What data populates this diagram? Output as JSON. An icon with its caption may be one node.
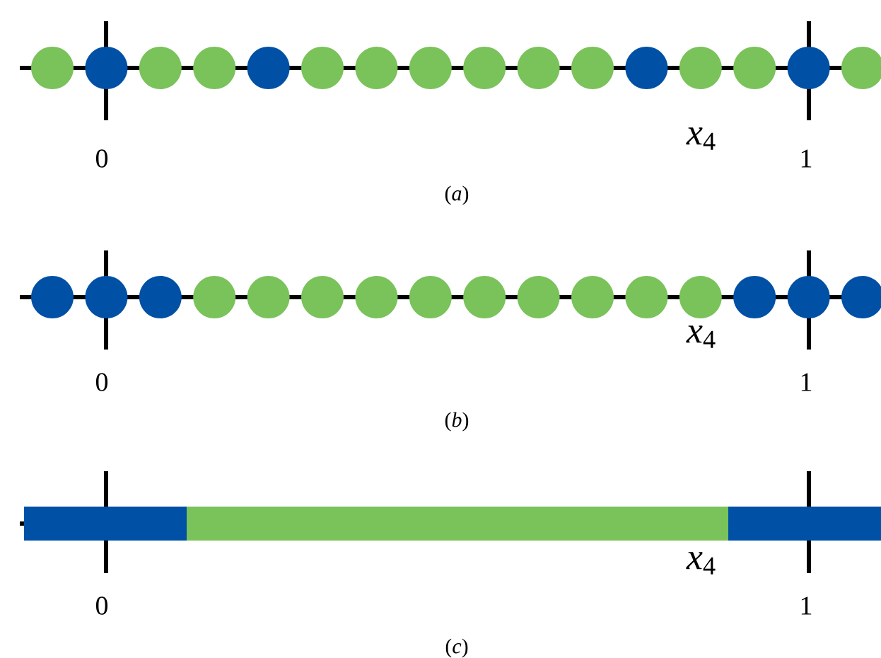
{
  "diagram": {
    "labels": [
      "*x*$_{4}$",
      "0",
      "1",
      "(*a*)",
      "*x*$_{4}$",
      "0",
      "1",
      "(*b*)",
      "*x*$_{4}$",
      "0",
      "1",
      "(*c*)"
    ]
  }
}
